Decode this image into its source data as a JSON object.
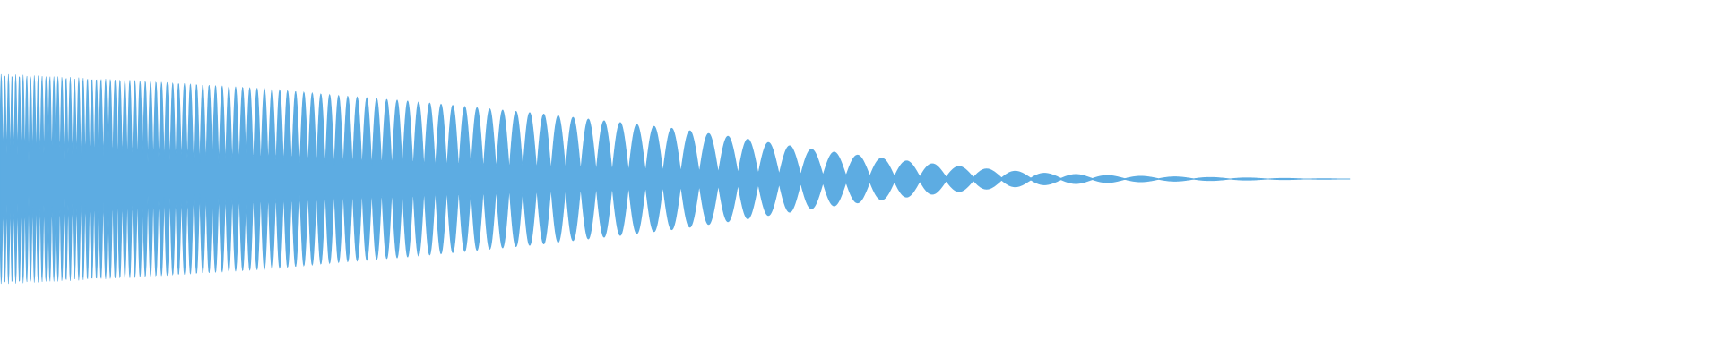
{
  "waveform": {
    "color": "#5DACE2",
    "background": "#FFFFFF",
    "peak_envelope": {
      "description_points": [
        [
          0.0,
          0.98
        ],
        [
          0.05,
          0.95
        ],
        [
          0.1,
          0.92
        ],
        [
          0.15,
          0.88
        ],
        [
          0.2,
          0.84
        ],
        [
          0.25,
          0.78
        ],
        [
          0.3,
          0.73
        ],
        [
          0.35,
          0.67
        ],
        [
          0.4,
          0.61
        ],
        [
          0.45,
          0.54
        ],
        [
          0.5,
          0.47
        ],
        [
          0.55,
          0.38
        ],
        [
          0.6,
          0.28
        ],
        [
          0.65,
          0.2
        ],
        [
          0.7,
          0.13
        ],
        [
          0.745,
          0.08
        ],
        [
          0.78,
          0.05
        ],
        [
          0.83,
          0.03
        ],
        [
          0.9,
          0.015
        ],
        [
          0.96,
          0.006
        ],
        [
          1.0,
          0.002
        ]
      ]
    }
  }
}
